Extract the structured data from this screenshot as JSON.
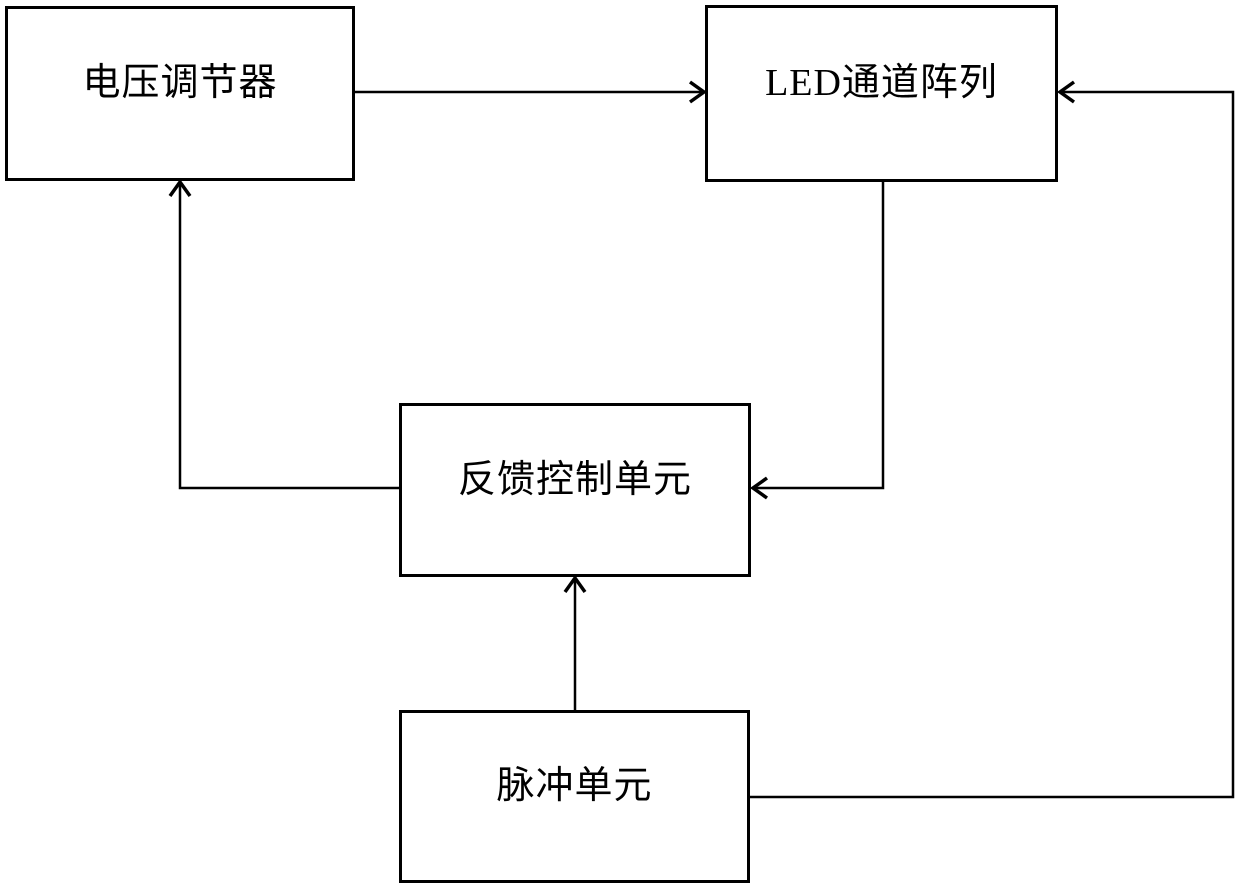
{
  "diagram": {
    "background_color": "#ffffff",
    "line_color": "#000000",
    "text_color": "#000000",
    "nodes": [
      {
        "id": "voltage-regulator",
        "label": "电压调节器"
      },
      {
        "id": "led-channel-array",
        "label": "LED通道阵列"
      },
      {
        "id": "feedback-control-unit",
        "label": "反馈控制单元"
      },
      {
        "id": "pulse-unit",
        "label": "脉冲单元"
      }
    ],
    "connections": [
      {
        "from": "电压调节器",
        "to": "LED通道阵列",
        "style": "open-arrow"
      },
      {
        "from": "LED通道阵列",
        "to": "反馈控制单元",
        "style": "open-arrow"
      },
      {
        "from": "反馈控制单元",
        "to": "电压调节器",
        "style": "open-arrow"
      },
      {
        "from": "脉冲单元",
        "to": "反馈控制单元",
        "style": "open-arrow"
      },
      {
        "from": "脉冲单元",
        "to": "LED通道阵列",
        "style": "open-arrow"
      }
    ]
  }
}
